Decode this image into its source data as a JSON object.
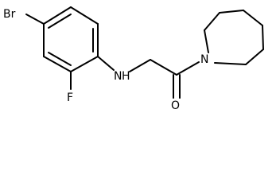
{
  "molecule": {
    "atoms": {
      "br": "Br",
      "f": "F",
      "amine": "H",
      "amine_n": "N",
      "carbonyl_o": "O",
      "ring_n": "N"
    }
  },
  "colors": {
    "bond": "#000000",
    "label": "#000000",
    "background": "#ffffff"
  }
}
